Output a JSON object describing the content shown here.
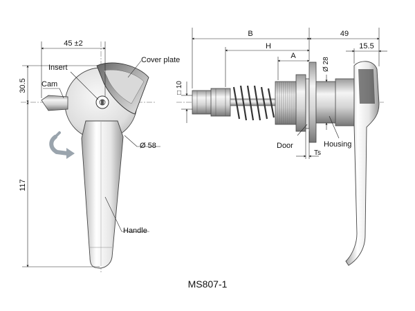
{
  "title": "MS807-1",
  "colors": {
    "metal_light": "#f4f4f4",
    "metal_mid": "#c8c8c8",
    "metal_dark": "#7a7a7a",
    "line": "#222222",
    "spring": "#333333"
  },
  "labels": {
    "cover_plate": "Cover plate",
    "insert": "Insert",
    "cam": "Cam",
    "handle": "Handle",
    "door": "Door",
    "housing": "Housing",
    "dim_b": "B",
    "dim_h": "H",
    "dim_a": "A",
    "ts": "Ts"
  },
  "dimensions": {
    "width_45": "45 ±2",
    "height_30_5": "30.5",
    "height_117": "117",
    "dia_58": "Ø 58",
    "dia_28": "Ø 28",
    "square_10": "□ 10",
    "length_49": "49",
    "length_15_5": "15.5"
  }
}
